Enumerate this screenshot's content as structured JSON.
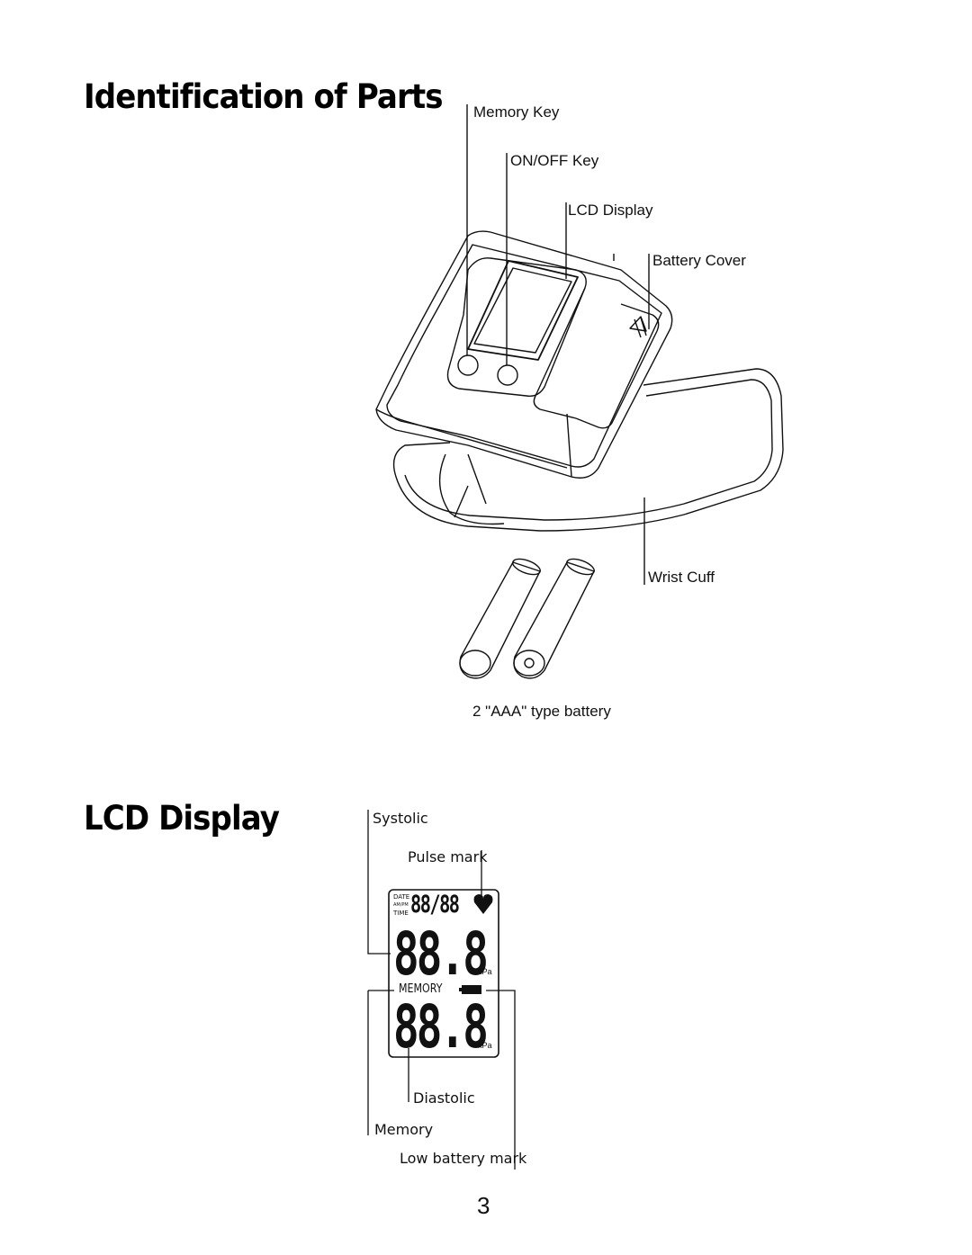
{
  "sections": {
    "parts_title": "Identification of Parts",
    "lcd_title": "LCD Display"
  },
  "parts_labels": {
    "memory_key": "Memory Key",
    "onoff_key": "ON/OFF Key",
    "lcd_display": "LCD Display",
    "battery_cover": "Battery Cover",
    "wrist_cuff": "Wrist Cuff",
    "battery": "2 \"AAA\" type battery"
  },
  "lcd_labels": {
    "systolic": "Systolic",
    "pulse_mark": "Pulse mark",
    "diastolic": "Diastolic",
    "memory": "Memory",
    "low_battery": "Low battery mark"
  },
  "lcd_screen": {
    "date_label": "DATE",
    "ampm_label": "AM/PM",
    "time_label": "TIME",
    "date_digits": "88/88",
    "systolic_digits": "88.8",
    "diastolic_digits": "88.8",
    "unit": "kPa",
    "memory_text": "MEMORY"
  },
  "page_number": "3"
}
